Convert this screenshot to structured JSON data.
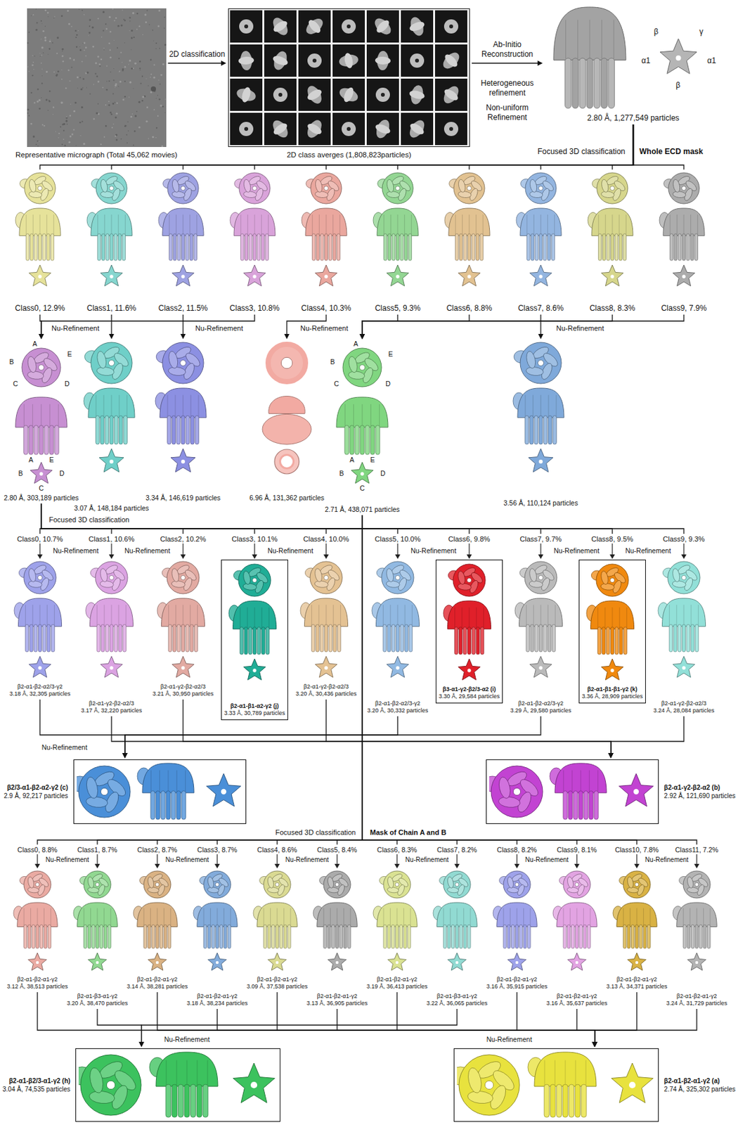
{
  "diagram": {
    "nodes": [
      {
        "text": [
          "Representative micrograph (Total 45,062 movies)"
        ]
      },
      {
        "text": [
          "2D class averges (1,808,823particles)"
        ]
      },
      {
        "text": [
          "2.80 Å, 1,277,549 particles"
        ]
      },
      {
        "text": [
          "Class0, 12.9%"
        ]
      },
      {
        "text": [
          "Class1, 11.6%"
        ]
      },
      {
        "text": [
          "Class2, 11.5%"
        ]
      },
      {
        "text": [
          "Class3, 10.8%"
        ]
      },
      {
        "text": [
          "Class4, 10.3%"
        ]
      },
      {
        "text": [
          "Class5, 9.3%"
        ]
      },
      {
        "text": [
          "Class6, 8.8%"
        ]
      },
      {
        "text": [
          "Class7, 8.6%"
        ]
      },
      {
        "text": [
          "Class8, 8.3%"
        ]
      },
      {
        "text": [
          "Class9, 7.9%"
        ]
      },
      {
        "text": [
          "2.80 Å, 303,189 particles"
        ]
      },
      {
        "text": [
          "3.07 Å, 148,184 particles"
        ]
      },
      {
        "text": [
          "3.34 Å, 146,619 particles"
        ]
      },
      {
        "text": [
          "6.96 Å, 131,362 particles"
        ]
      },
      {
        "text": [
          "2.71 Å, 438,071 particles"
        ]
      },
      {
        "text": [
          "3.56 Å, 110,124 particles"
        ]
      },
      {
        "text": [
          "Class0, 10.7%",
          "β2-α1-β2-α2/3-γ2",
          "3.18 Å, 32,305 particles"
        ]
      },
      {
        "text": [
          "Class1, 10.6%",
          "β2-α1-γ2-β2-α2/3",
          "3.17 Å, 32,220 particles"
        ]
      },
      {
        "text": [
          "Class2, 10.2%",
          "β2-α1-γ2-β2-α2/3",
          "3.21 Å, 30,950 particles"
        ]
      },
      {
        "text": [
          "Class3, 10.1%",
          "β2-α1-β1-α2-γ2 (j)",
          "3.33 Å, 30,789 particles"
        ]
      },
      {
        "text": [
          "Class4, 10.0%",
          "β2-α1-γ2-β2-α2/3",
          "3.20 Å, 30,436 particles"
        ]
      },
      {
        "text": [
          "Class5, 10.0%",
          "β2-α1-β2-α2/3-γ2",
          "3.20 Å, 30,332 particles"
        ]
      },
      {
        "text": [
          "Class6, 9.8%",
          "β3-α1-γ2-β2/3-α2 (i)",
          "3.30 Å, 29,584 particles"
        ]
      },
      {
        "text": [
          "Class7, 9.7%",
          "β2-α1-β2-α2/3-γ2",
          "3.29 Å, 29,580 particles"
        ]
      },
      {
        "text": [
          "Class8, 9.5%",
          "β2-α1-β1-β1-γ2 (k)",
          "3.36 Å, 28,909 particles"
        ]
      },
      {
        "text": [
          "Class9, 9.3%",
          "β2-α1-γ2-β2-α2/3",
          "3.24 Å, 28,084 particles"
        ]
      },
      {
        "text": [
          "β2/3-α1-β2-α2-γ2 (c)",
          "2.9 Å, 92,217 particles"
        ]
      },
      {
        "text": [
          "β2-α1-γ2-β2-α2 (b)",
          "2.92 Å, 121,690 particles"
        ]
      },
      {
        "text": [
          "Class0, 8.8%",
          "β2-α1-β2-α1-γ2",
          "3.12 Å, 38,513 particles"
        ]
      },
      {
        "text": [
          "Class1, 8.7%",
          "β2-α1-β3-α1-γ2",
          "3.20 Å, 38,470 particles"
        ]
      },
      {
        "text": [
          "Class2, 8.7%",
          "β2-α1-β2-α1-γ2",
          "3.14 Å, 38,281 particles"
        ]
      },
      {
        "text": [
          "Class3, 8.7%",
          "β2-α1-β2-α1-γ2",
          "3.18 Å, 38,234 particles"
        ]
      },
      {
        "text": [
          "Class4, 8.6%",
          "β2-α1-β2-α1-γ2",
          "3.09 Å, 37,538 particles"
        ]
      },
      {
        "text": [
          "Class5, 8.4%",
          "β2-α1-β2-α1-γ2",
          "3.13 Å, 36,905 particles"
        ]
      },
      {
        "text": [
          "Class6, 8.3%",
          "β2-α1-β2-α1-γ2",
          "3.19 Å, 36,413 particles"
        ]
      },
      {
        "text": [
          "Class7, 8.2%",
          "β2-α1-β3-α1-γ2",
          "3.22 Å, 36,065 particles"
        ]
      },
      {
        "text": [
          "Class8, 8.2%",
          "β2-α1-β2-α1-γ2",
          "3.16 Å, 35,915 particles"
        ]
      },
      {
        "text": [
          "Class9, 8.1%",
          "β2-α1-β2-α1-γ2",
          "3.16 Å, 35,637 particles"
        ]
      },
      {
        "text": [
          "Class10, 7.8%",
          "β2-α1-β2-α1-γ2",
          "3.13 Å, 34,371 particles"
        ]
      },
      {
        "text": [
          "Class11, 7.2%",
          "β2-α1-β2-α1-γ2",
          "3.24 Å, 31,729 particles"
        ]
      },
      {
        "text": [
          "β2-α1-β2/3-α1-γ2 (h)",
          "3.04 Å, 74,535 particles"
        ]
      },
      {
        "text": [
          "β2-α1-β2-α1-γ2 (a)",
          "2.74 Å, 325,302 particles"
        ]
      }
    ],
    "edges": [
      {
        "from": 0,
        "to": 1,
        "label": "2D classification",
        "arrow": "to"
      },
      {
        "from": 1,
        "to": 2,
        "label": "Ab-Initio Reconstruction",
        "arrow": "to"
      },
      {
        "from": 2,
        "to": 3,
        "arrow": "none"
      },
      {
        "from": 2,
        "to": 4,
        "arrow": "none"
      },
      {
        "from": 2,
        "to": 5,
        "arrow": "none"
      },
      {
        "from": 2,
        "to": 6,
        "arrow": "none"
      },
      {
        "from": 2,
        "to": 7,
        "arrow": "none"
      },
      {
        "from": 2,
        "to": 8,
        "arrow": "none"
      },
      {
        "from": 2,
        "to": 9,
        "arrow": "none"
      },
      {
        "from": 2,
        "to": 10,
        "arrow": "none"
      },
      {
        "from": 2,
        "to": 11,
        "arrow": "none"
      },
      {
        "from": 2,
        "to": 12,
        "arrow": "none"
      },
      {
        "from": 3,
        "to": 13,
        "arrow": "to"
      },
      {
        "from": 6,
        "to": 13,
        "arrow": "to"
      },
      {
        "from": 4,
        "to": 14,
        "arrow": "to"
      },
      {
        "from": 5,
        "to": 15,
        "arrow": "to"
      },
      {
        "from": 7,
        "to": 16,
        "arrow": "to"
      },
      {
        "from": 8,
        "to": 17,
        "arrow": "to"
      },
      {
        "from": 9,
        "to": 17,
        "arrow": "to"
      },
      {
        "from": 11,
        "to": 17,
        "arrow": "to"
      },
      {
        "from": 12,
        "to": 17,
        "arrow": "to"
      },
      {
        "from": 10,
        "to": 18,
        "arrow": "to"
      },
      {
        "from": 13,
        "to": 19,
        "arrow": "none"
      },
      {
        "from": 13,
        "to": 20,
        "arrow": "none"
      },
      {
        "from": 13,
        "to": 21,
        "arrow": "none"
      },
      {
        "from": 13,
        "to": 22,
        "arrow": "none"
      },
      {
        "from": 13,
        "to": 23,
        "arrow": "none"
      },
      {
        "from": 13,
        "to": 24,
        "arrow": "none"
      },
      {
        "from": 13,
        "to": 25,
        "arrow": "none"
      },
      {
        "from": 13,
        "to": 26,
        "arrow": "none"
      },
      {
        "from": 13,
        "to": 27,
        "arrow": "none"
      },
      {
        "from": 13,
        "to": 28,
        "arrow": "none"
      },
      {
        "from": 17,
        "to": 31,
        "arrow": "none"
      },
      {
        "from": 17,
        "to": 32,
        "arrow": "none"
      },
      {
        "from": 17,
        "to": 33,
        "arrow": "none"
      },
      {
        "from": 17,
        "to": 34,
        "arrow": "none"
      },
      {
        "from": 17,
        "to": 35,
        "arrow": "none"
      },
      {
        "from": 17,
        "to": 36,
        "arrow": "none"
      },
      {
        "from": 17,
        "to": 37,
        "arrow": "none"
      },
      {
        "from": 17,
        "to": 38,
        "arrow": "none"
      },
      {
        "from": 17,
        "to": 39,
        "arrow": "none"
      },
      {
        "from": 17,
        "to": 40,
        "arrow": "none"
      },
      {
        "from": 17,
        "to": 41,
        "arrow": "none"
      },
      {
        "from": 17,
        "to": 42,
        "arrow": "none"
      },
      {
        "from": 19,
        "to": 29,
        "arrow": "to"
      },
      {
        "from": 24,
        "to": 29,
        "arrow": "to"
      },
      {
        "from": 26,
        "to": 29,
        "arrow": "to"
      },
      {
        "from": 20,
        "to": 30,
        "arrow": "to"
      },
      {
        "from": 21,
        "to": 30,
        "arrow": "to"
      },
      {
        "from": 23,
        "to": 30,
        "arrow": "to"
      },
      {
        "from": 28,
        "to": 30,
        "arrow": "to"
      },
      {
        "from": 32,
        "to": 43,
        "arrow": "to"
      },
      {
        "from": 38,
        "to": 43,
        "arrow": "to"
      },
      {
        "from": 31,
        "to": 44,
        "arrow": "to"
      },
      {
        "from": 33,
        "to": 44,
        "arrow": "to"
      },
      {
        "from": 34,
        "to": 44,
        "arrow": "to"
      },
      {
        "from": 35,
        "to": 44,
        "arrow": "to"
      },
      {
        "from": 36,
        "to": 44,
        "arrow": "to"
      },
      {
        "from": 37,
        "to": 44,
        "arrow": "to"
      },
      {
        "from": 39,
        "to": 44,
        "arrow": "to"
      },
      {
        "from": 40,
        "to": 44,
        "arrow": "to"
      },
      {
        "from": 41,
        "to": 44,
        "arrow": "to"
      },
      {
        "from": 42,
        "to": 44,
        "arrow": "to"
      }
    ],
    "labels": [
      "Heterogeneous refinement",
      "Non-uniform Refinement",
      "β",
      "γ",
      "α1",
      "β",
      "α1",
      "Focused 3D classification",
      "Whole ECD mask",
      "Nu-Refinement",
      "Nu-Refinement",
      "Nu-Refinement",
      "Nu-Refinement",
      "A",
      "E",
      "B",
      "C",
      "D",
      "A",
      "E",
      "B",
      "D",
      "C",
      "A",
      "E",
      "B",
      "C",
      "D",
      "A",
      "E",
      "B",
      "D",
      "C",
      "Focused 3D classification",
      "Nu-Refinement",
      "Nu-Refinement",
      "Nu-Refinement",
      "Nu-Refinement",
      "Nu-Refinement",
      "Nu-Refinement",
      "Nu-Refinement",
      "Focused 3D classification",
      "Mask of Chain A and B",
      "Nu-Refinement",
      "Nu-Refinement",
      "Nu-Refinement",
      "Nu-Refinement",
      "Nu-Refinement",
      "Nu-Refinement",
      "Nu-Refinement",
      "Nu-Refinement"
    ]
  }
}
